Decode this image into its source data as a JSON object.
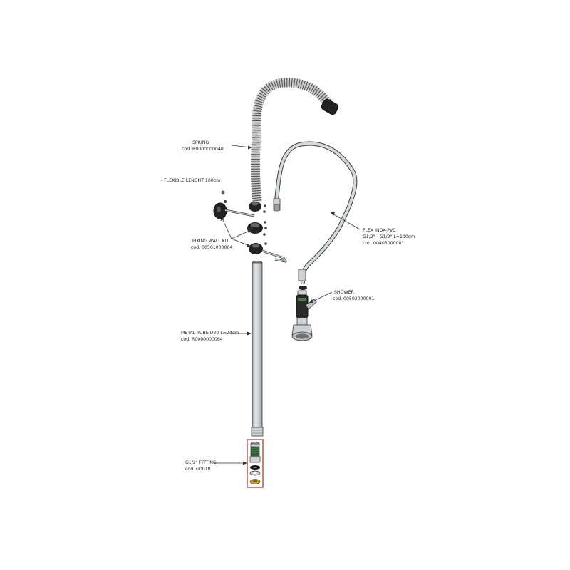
{
  "labels": {
    "spring": {
      "name": "SPRING",
      "code": "cod. R0000000040"
    },
    "flexible_length": "- FLEXIBLE LENGHT 100cm",
    "fixing_wall_kit": {
      "name": "FIXING WALL KIT",
      "code": "cod. 00501000004"
    },
    "flex_inox": {
      "name": "FLEX INOX-PVC",
      "spec": "G1/2\" - G1/2\" L=100cm",
      "code": "cod. 00403000001"
    },
    "shower": {
      "name": "SHOWER",
      "code": "cod. 00502000001"
    },
    "metal_tube": {
      "name": "METAL TUBE D20 L=74cm",
      "code": "cod. R0000000064"
    },
    "fitting": {
      "name": "G1/2\" FITTING",
      "code": "cod. G0010"
    }
  },
  "colors": {
    "outline": "#3a3a3a",
    "metal": "#cfd2d4",
    "rubber": "#222222",
    "highlight_box": "#c0392b",
    "brass": "#c8a227",
    "spring_green": "#3f7a3a"
  }
}
